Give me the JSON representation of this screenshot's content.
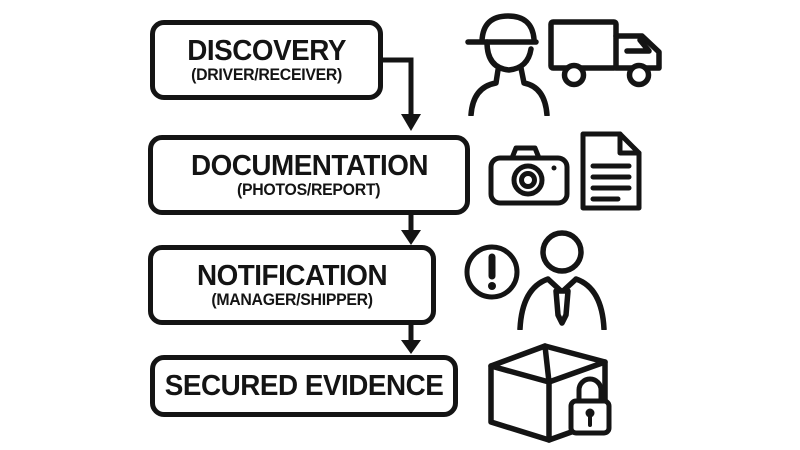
{
  "page": {
    "background": "#ffffff"
  },
  "colors": {
    "line": "#141414",
    "text": "#141414"
  },
  "flowchart": {
    "steps": [
      {
        "id": "discovery",
        "title": "DISCOVERY",
        "subtitle": "(DRIVER/RECEIVER)"
      },
      {
        "id": "documentation",
        "title": "DOCUMENTATION",
        "subtitle": "(PHOTOS/REPORT)"
      },
      {
        "id": "notification",
        "title": "NOTIFICATION",
        "subtitle": "(MANAGER/SHIPPER)"
      },
      {
        "id": "secured-evidence",
        "title": "SECURED EVIDENCE",
        "subtitle": ""
      }
    ],
    "connectors": [
      {
        "from": "discovery",
        "to": "documentation",
        "style": "elbow-right-down"
      },
      {
        "from": "documentation",
        "to": "notification",
        "style": "straight-down"
      },
      {
        "from": "notification",
        "to": "secured-evidence",
        "style": "straight-down"
      }
    ],
    "icons": [
      {
        "name": "delivery-driver-icon",
        "row": 1
      },
      {
        "name": "truck-icon",
        "row": 1
      },
      {
        "name": "camera-icon",
        "row": 2
      },
      {
        "name": "report-document-icon",
        "row": 2
      },
      {
        "name": "alert-exclamation-icon",
        "row": 3
      },
      {
        "name": "manager-person-icon",
        "row": 3
      },
      {
        "name": "package-box-icon",
        "row": 4
      },
      {
        "name": "padlock-icon",
        "row": 4
      }
    ]
  }
}
